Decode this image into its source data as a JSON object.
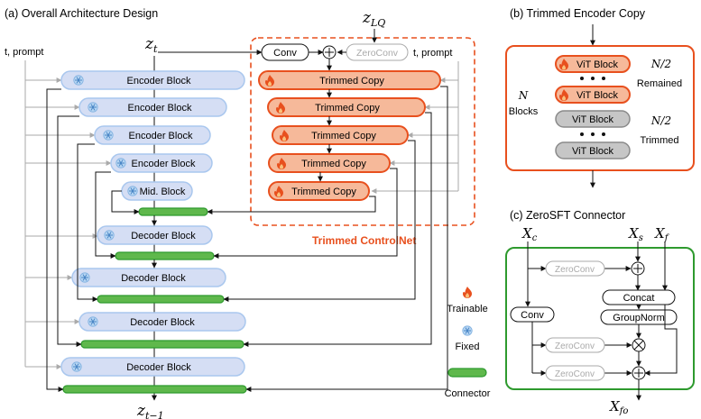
{
  "panel_a": {
    "title": "(a) Overall Architecture Design",
    "z_t": "z",
    "z_t_sub": "t",
    "z_lq": "z",
    "z_lq_sub": "LQ",
    "z_out": "z",
    "z_out_sub": "t−1",
    "t_prompt_left": "t, prompt",
    "t_prompt_right": "t, prompt",
    "conv": "Conv",
    "zeroconv": "ZeroConv",
    "encoder_block": "Encoder Block",
    "mid_block": "Mid. Block",
    "decoder_block": "Decoder Block",
    "trimmed_copy": "Trimmed Copy",
    "controlnet_label": "Trimmed ControlNet"
  },
  "legend": {
    "trainable": "Trainable",
    "fixed": "Fixed",
    "connector": "Connector"
  },
  "panel_b": {
    "title": "(b) Trimmed Encoder Copy",
    "vit_block": "ViT Block",
    "n_blocks_top": "N",
    "n_blocks_bottom": "Blocks",
    "half_top": "N/2",
    "remained": "Remained",
    "half_bottom": "N/2",
    "trimmed": "Trimmed"
  },
  "panel_c": {
    "title": "(c) ZeroSFT Connector",
    "xc": "X",
    "xc_sub": "c",
    "xs": "X",
    "xs_sub": "s",
    "xf": "X",
    "xf_sub": "f",
    "xfo": "X",
    "xfo_sub": "fo",
    "zeroconv": "ZeroConv",
    "conv": "Conv",
    "concat": "Concat",
    "groupnorm": "GroupNorm"
  },
  "colors": {
    "orange": "#e8501e",
    "orange_fill": "#f6b99a",
    "blue_fill": "#d5def4",
    "blue_stroke": "#a9c7ee",
    "green": "#2e9a2e",
    "green_fill": "#5fb84c",
    "gray_fill": "#c6c6c6",
    "gray_stroke": "#8a8a8a"
  }
}
